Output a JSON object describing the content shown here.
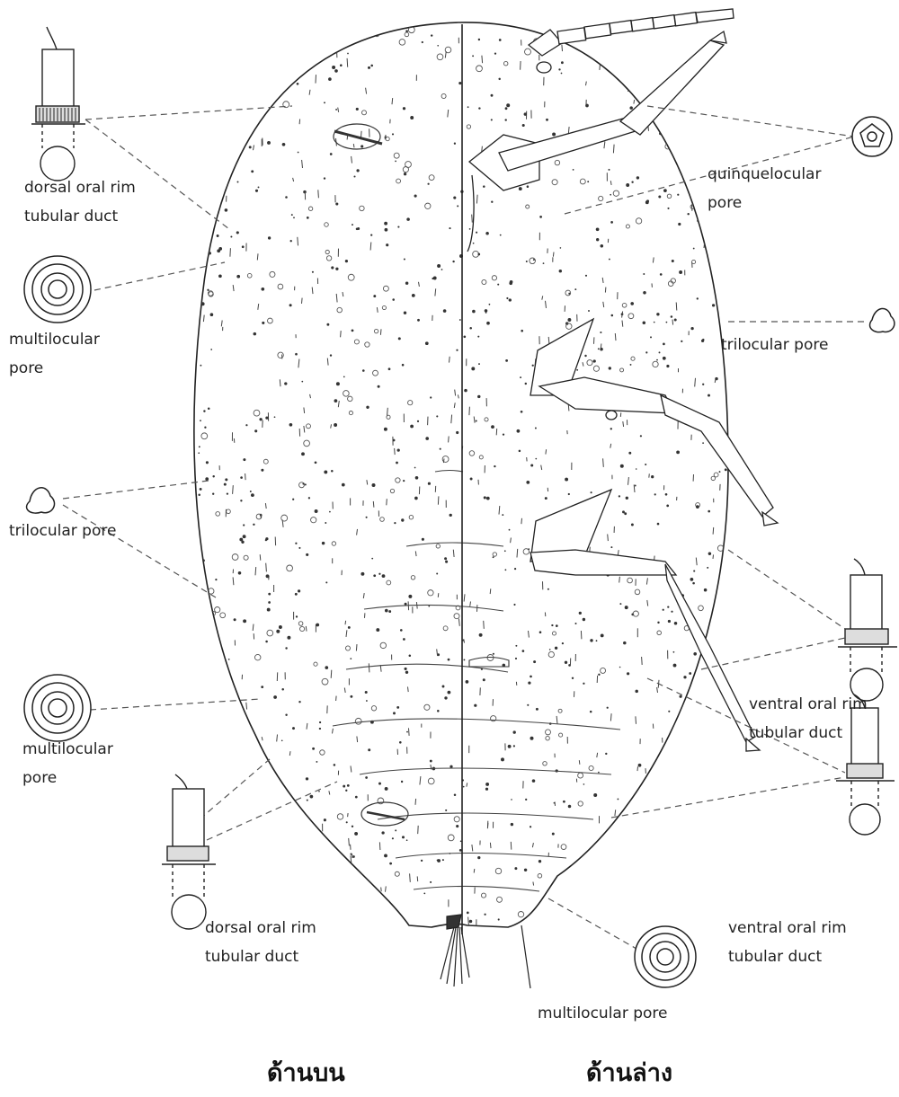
{
  "labels": {
    "dorsal_duct_upper_line1": "dorsal oral rim",
    "dorsal_duct_upper_line2": "tubular duct",
    "multilocular_upper_line1": "multilocular",
    "multilocular_upper_line2": "pore",
    "trilocular_left": "trilocular pore",
    "multilocular_lower_line1": "multilocular",
    "multilocular_lower_line2": "pore",
    "dorsal_duct_lower_line1": "dorsal oral rim",
    "dorsal_duct_lower_line2": "tubular duct",
    "quinquelocular_line1": "quinquelocular",
    "quinquelocular_line2": "pore",
    "trilocular_right": "trilocular pore",
    "ventral_duct_upper_line1": "ventral oral rim",
    "ventral_duct_upper_line2": "tubular duct",
    "ventral_duct_lower_line1": "ventral oral rim",
    "ventral_duct_lower_line2": "tubular duct",
    "multilocular_bottom": "multilocular pore"
  },
  "views": {
    "dorsal": "ด้านบน",
    "ventral": "ด้านล่าง"
  },
  "colors": {
    "ink": "#222222",
    "paper": "#ffffff"
  }
}
